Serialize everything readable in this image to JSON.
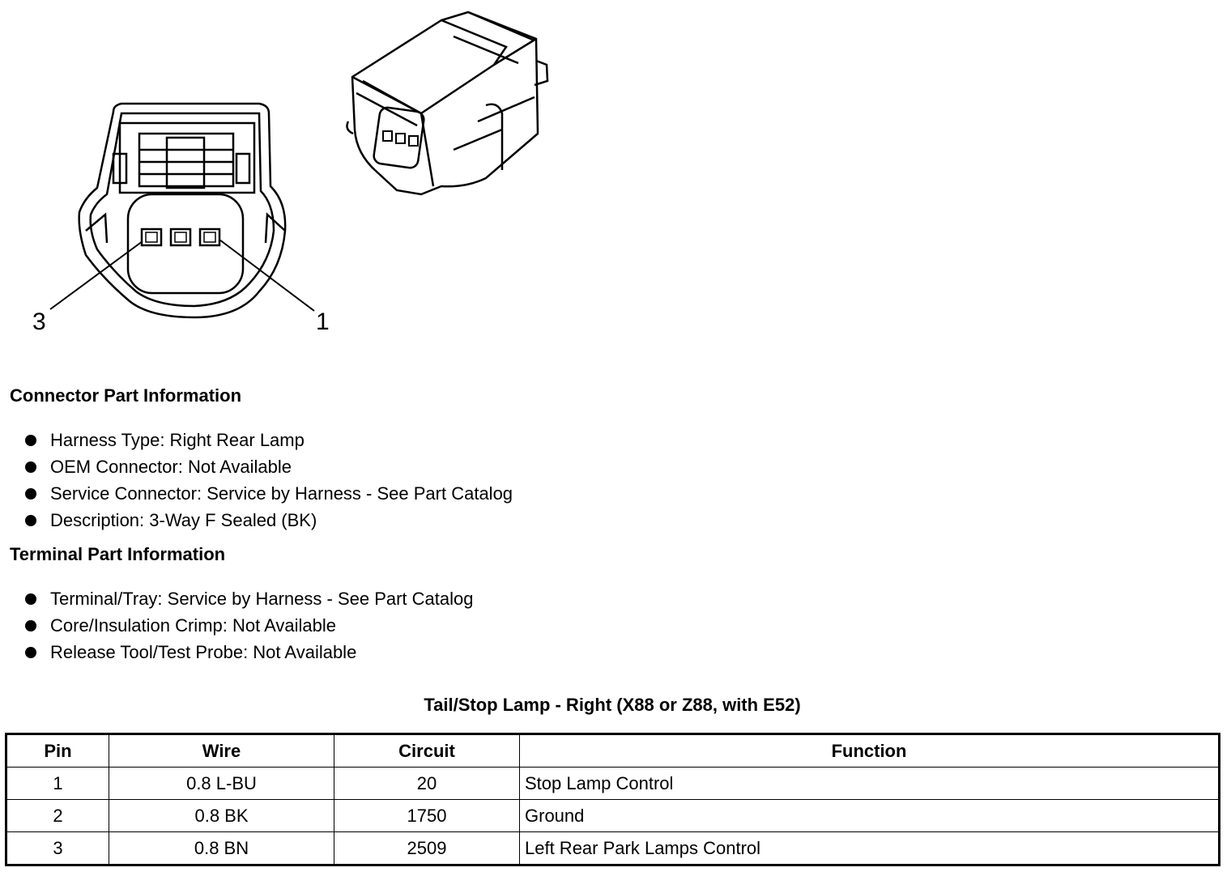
{
  "diagram": {
    "pin_labels": [
      "3",
      "1"
    ]
  },
  "connector_info": {
    "title": "Connector Part Information",
    "items": [
      "Harness Type: Right Rear Lamp",
      "OEM Connector: Not Available",
      "Service Connector: Service by Harness - See Part Catalog",
      "Description: 3-Way F Sealed (BK)"
    ]
  },
  "terminal_info": {
    "title": "Terminal Part Information",
    "items": [
      "Terminal/Tray: Service by Harness - See Part Catalog",
      "Core/Insulation Crimp: Not Available",
      "Release Tool/Test Probe: Not Available"
    ]
  },
  "pin_table": {
    "title": "Tail/Stop Lamp - Right (X88 or Z88, with E52)",
    "headers": [
      "Pin",
      "Wire",
      "Circuit",
      "Function"
    ],
    "rows": [
      [
        "1",
        "0.8 L-BU",
        "20",
        "Stop Lamp Control"
      ],
      [
        "2",
        "0.8 BK",
        "1750",
        "Ground"
      ],
      [
        "3",
        "0.8 BN",
        "2509",
        "Left Rear Park Lamps Control"
      ]
    ]
  }
}
